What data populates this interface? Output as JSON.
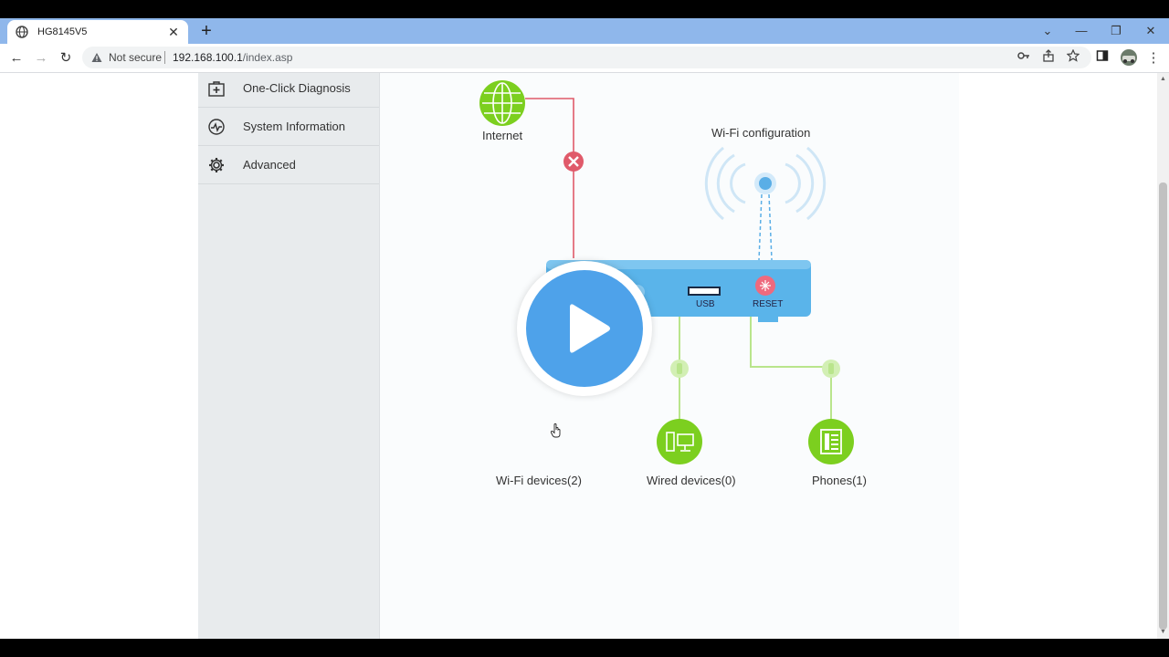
{
  "browser": {
    "tab_title": "HG8145V5",
    "security_label": "Not secure",
    "url_host": "192.168.100.1",
    "url_path": "/index.asp"
  },
  "sidebar": {
    "items": [
      {
        "label": "One-Click Diagnosis",
        "icon": "first-aid-icon"
      },
      {
        "label": "System Information",
        "icon": "pulse-icon"
      },
      {
        "label": "Advanced",
        "icon": "gear-icon"
      }
    ]
  },
  "diagram": {
    "internet_label": "Internet",
    "wifi_config_label": "Wi-Fi configuration",
    "usb_label": "USB",
    "reset_label": "RESET",
    "wifi_devices_label": "Wi-Fi devices(2)",
    "wired_devices_label": "Wired devices(0)",
    "phones_label": "Phones(1)",
    "colors": {
      "router": "#5ab4ea",
      "node_green": "#7ccf1f",
      "disconnected": "#e05a6a",
      "link_green": "#b9e58c",
      "wifi_blue": "#5aaee6"
    }
  }
}
